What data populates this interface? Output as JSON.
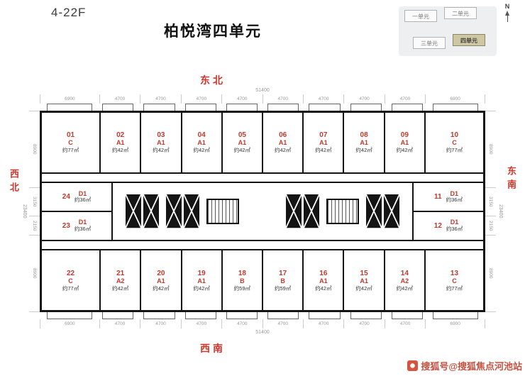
{
  "header": {
    "floor_label": "4-22F",
    "title": "柏悦湾四单元"
  },
  "keyplan": {
    "north_label": "N",
    "units": [
      {
        "label": "一单元"
      },
      {
        "label": "二单元"
      },
      {
        "label": "三单元"
      },
      {
        "label": "四单元"
      }
    ],
    "active_unit": "四单元"
  },
  "directions": {
    "top": "东北",
    "bottom": "西南",
    "left": "西北",
    "right": "东南"
  },
  "dimensions": {
    "top_total": "51400",
    "bottom_total": "51400",
    "left_total": "23400",
    "right_total": "23400",
    "top_segments": [
      "6900",
      "4700",
      "4700",
      "4700",
      "4700",
      "4700",
      "4700",
      "4700",
      "4700",
      "6900"
    ],
    "bottom_segments": [
      "6900",
      "4700",
      "4700",
      "4700",
      "4700",
      "4700",
      "4700",
      "4700",
      "4700",
      "6900"
    ],
    "left_segments": [
      "8900",
      "3150",
      "2150",
      "8900"
    ],
    "right_segments": [
      "8900",
      "3150",
      "2150",
      "8900"
    ]
  },
  "units": {
    "top_row": [
      {
        "num": "01",
        "type": "C",
        "area": "约77㎡"
      },
      {
        "num": "02",
        "type": "A1",
        "area": "约42㎡"
      },
      {
        "num": "03",
        "type": "A1",
        "area": "约42㎡"
      },
      {
        "num": "04",
        "type": "A1",
        "area": "约42㎡"
      },
      {
        "num": "05",
        "type": "A1",
        "area": "约42㎡"
      },
      {
        "num": "06",
        "type": "A1",
        "area": "约42㎡"
      },
      {
        "num": "07",
        "type": "A1",
        "area": "约42㎡"
      },
      {
        "num": "08",
        "type": "A1",
        "area": "约42㎡"
      },
      {
        "num": "09",
        "type": "A1",
        "area": "约42㎡"
      },
      {
        "num": "10",
        "type": "C",
        "area": "约77㎡"
      }
    ],
    "middle_left": [
      {
        "num": "24",
        "type": "D1",
        "area": "约36㎡"
      },
      {
        "num": "23",
        "type": "D1",
        "area": "约36㎡"
      }
    ],
    "middle_right": [
      {
        "num": "11",
        "type": "D1",
        "area": "约36㎡"
      },
      {
        "num": "12",
        "type": "D1",
        "area": "约36㎡"
      }
    ],
    "bottom_row": [
      {
        "num": "22",
        "type": "C",
        "area": "约77㎡"
      },
      {
        "num": "21",
        "type": "A2",
        "area": "约42㎡"
      },
      {
        "num": "20",
        "type": "A1",
        "area": "约42㎡"
      },
      {
        "num": "19",
        "type": "A1",
        "area": "约42㎡"
      },
      {
        "num": "18",
        "type": "B",
        "area": "约59㎡"
      },
      {
        "num": "17",
        "type": "B",
        "area": "约59㎡"
      },
      {
        "num": "16",
        "type": "A1",
        "area": "约42㎡"
      },
      {
        "num": "15",
        "type": "A1",
        "area": "约42㎡"
      },
      {
        "num": "14",
        "type": "A2",
        "area": "约42㎡"
      },
      {
        "num": "13",
        "type": "C",
        "area": "约77㎡"
      }
    ]
  },
  "watermark": {
    "text": "搜狐号@搜狐焦点河池站"
  },
  "colors": {
    "label_red": "#d0362c",
    "unit_red": "#c0392b",
    "watermark_red": "#c5503f",
    "wall_black": "#141414"
  }
}
